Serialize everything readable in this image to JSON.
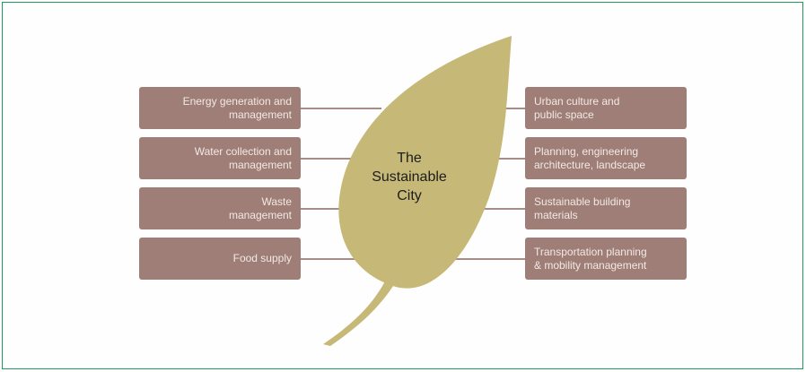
{
  "diagram": {
    "center_label": "The\nSustainable\nCity",
    "left_items": [
      {
        "label": "Energy generation and\nmanagement"
      },
      {
        "label": "Water collection and\nmanagement"
      },
      {
        "label": "Waste\nmanagement"
      },
      {
        "label": "Food supply"
      }
    ],
    "right_items": [
      {
        "label": "Urban culture and\npublic space"
      },
      {
        "label": "Planning, engineering\narchitecture, landscape"
      },
      {
        "label": "Sustainable building\nmaterials"
      },
      {
        "label": "Transportation planning\n& mobility management"
      }
    ],
    "colors": {
      "leaf": "#c6b876",
      "box": "#9e7e76",
      "box_text": "#f2e9e5",
      "connector": "#a88d86",
      "frame": "#1f9a5a"
    }
  }
}
